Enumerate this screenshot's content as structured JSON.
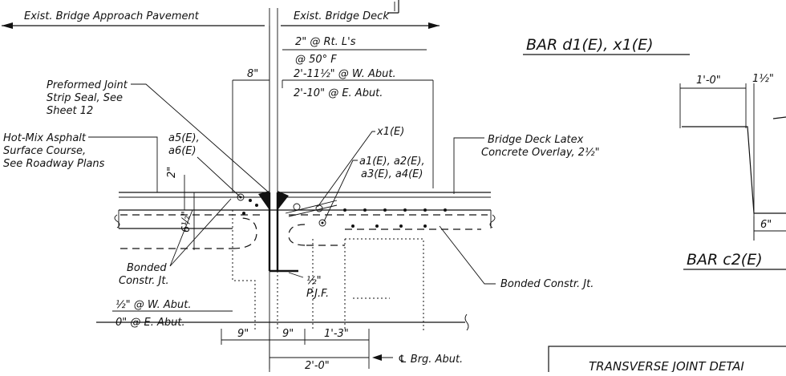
{
  "labels": {
    "approach_pavement": "Exist. Bridge Approach Pavement",
    "bridge_deck": "Exist. Bridge Deck",
    "joint_2in": "2\" @ Rt. L's",
    "joint_50f": "@ 50° F",
    "joint_w_abut": "2'-11½\" @ W. Abut.",
    "joint_e_abut": "2'-10\" @ E. Abut.",
    "dim_8in": "8\"",
    "preformed_1": "Preformed Joint",
    "preformed_2": "Strip Seal, See",
    "preformed_3": "Sheet 12",
    "hma_1": "Hot-Mix Asphalt",
    "hma_2": "Surface Course,",
    "hma_3": "See Roadway Plans",
    "bar_a5": "a5(E),",
    "bar_a6": "a6(E)",
    "dim_2in": "2\"",
    "dim_6half": "6½\"",
    "bar_x1": "x1(E)",
    "bar_a1a2": "a1(E), a2(E),",
    "bar_a3a4": "a3(E), a4(E)",
    "latex_1": "Bridge Deck Latex",
    "latex_2": "Concrete Overlay, 2½\"",
    "bonded_1": "Bonded",
    "bonded_2": "Constr. Jt.",
    "bonded_right": "Bonded Constr. Jt.",
    "pjf_1": "½\"",
    "pjf_2": "P.J.F.",
    "half_w_abut": "½\" @ W. Abut.",
    "zero_e_abut": "0\" @ E. Abut.",
    "dim_9a": "9\"",
    "dim_9b": "9\"",
    "dim_1ft3": "1'-3\"",
    "dim_2ft0": "2'-0\"",
    "brg_abut": "℄ Brg. Abut.",
    "bar_d1x1": "BAR d1(E), x1(E)",
    "bar_c2": "BAR c2(E)",
    "dim_1ft0": "1'-0\"",
    "dim_1half": "1½\"",
    "dim_6in": "6\"",
    "title_box": "TRANSVERSE JOINT DETAI"
  }
}
